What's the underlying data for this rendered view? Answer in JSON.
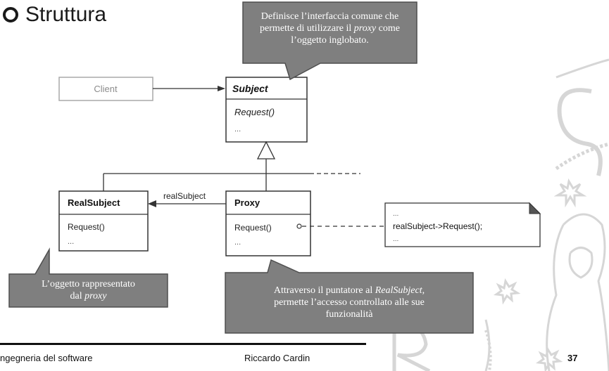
{
  "slide": {
    "title": "Struttura",
    "footer_course": "ngegneria del software",
    "footer_author": "Riccardo Cardin",
    "page_number": "37"
  },
  "diagram": {
    "client": "Client",
    "subject_name": "Subject",
    "subject_op": "Request()",
    "subject_more": "...",
    "realsubject_name": "RealSubject",
    "realsubject_op": "Request()",
    "realsubject_more": "...",
    "proxy_name": "Proxy",
    "proxy_op": "Request()",
    "proxy_more": "...",
    "association_label": "realSubject",
    "note_dots_top": "...",
    "note_code": "realSubject->Request();",
    "note_dots_bottom": "..."
  },
  "callouts": {
    "top_line1": "Definisce l’interfaccia comune che",
    "top_line2_pre": "permette di utilizzare il ",
    "top_line2_em": "proxy",
    "top_line2_post": " come",
    "top_line3": "l’oggetto inglobato.",
    "left_line1": "L’oggetto rappresentato",
    "left_line2_pre": "dal ",
    "left_line2_em": "proxy",
    "bottom_line1_pre": "Attraverso il puntatore al ",
    "bottom_line1_em": "RealSubject",
    "bottom_line1_post": ",",
    "bottom_line2": "permette l’accesso controllato alle sue",
    "bottom_line3": "funzionalità"
  },
  "colors": {
    "callout_fill": "#7f7f7f",
    "callout_border": "#4f4f4f",
    "diagram_line": "#333333",
    "client_box": "#a8a8a8",
    "decor": "#d2d2d2"
  }
}
